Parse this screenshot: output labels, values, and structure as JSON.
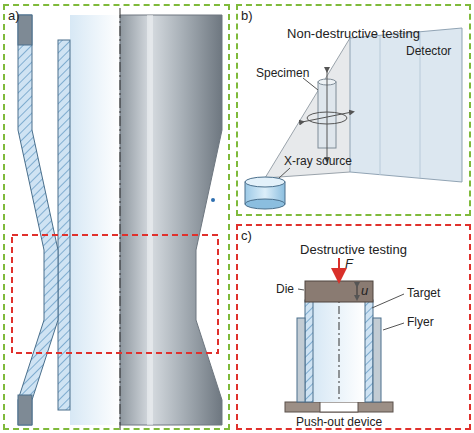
{
  "diagram": {
    "nodes": [
      {
        "text": [
          "a)"
        ]
      },
      {
        "text": [
          "b)",
          "Non-destructive testing"
        ]
      },
      {
        "text": [
          "c)",
          "Destructive testing"
        ]
      }
    ],
    "labels": [
      "Specimen",
      "Detector",
      "X-ray source",
      "F",
      "u",
      "Die",
      "Target",
      "Flyer",
      "Push-out device"
    ]
  }
}
